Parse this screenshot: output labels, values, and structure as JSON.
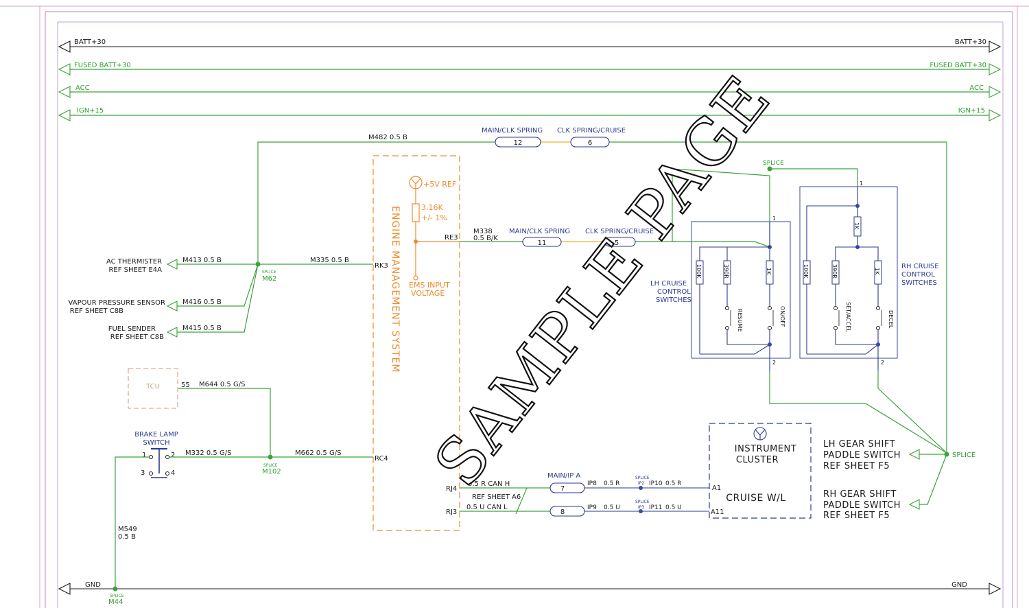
{
  "rails": {
    "batt_left": "BATT+30",
    "batt_right": "BATT+30",
    "fused_left": "FUSED BATT+30",
    "fused_right": "FUSED BATT+30",
    "acc_left": "ACC",
    "acc_right": "ACC",
    "ign_left": "IGN+15",
    "ign_right": "IGN+15",
    "gnd_left": "GND",
    "gnd_right": "GND"
  },
  "top_wire": {
    "label": "M482  0.5  B",
    "conn1_title": "MAIN/CLK SPRING",
    "conn1_pin": "12",
    "conn2_title": "CLK SPRING/CRUISE",
    "conn2_pin": "6"
  },
  "ems": {
    "title": "ENGINE MANAGEMENT SYSTEM",
    "ref": "+5V REF",
    "resistor_value": "3.16K",
    "resistor_tol": "+/- 1%",
    "input_line1": "EMS INPUT",
    "input_line2": "VOLTAGE",
    "pin_re3": "RE3",
    "pin_rk3": "RK3",
    "pin_rc4": "RC4",
    "pin_rj4": "RJ4",
    "pin_rj3": "RJ3"
  },
  "signal_wire": {
    "label1": "M338",
    "label2": "0.5  B/K",
    "conn1_title": "MAIN/CLK SPRING",
    "conn1_pin": "11",
    "conn2_title": "CLK SPRING/CRUISE",
    "conn2_pin": "5"
  },
  "splice_m62": {
    "tag": "SPLICE",
    "name": "M62"
  },
  "m335_label": "M335  0.5  B",
  "refs": {
    "ac_line1": "AC THERMISTER",
    "ac_line2": "REF SHEET E4A",
    "ac_wire": "M413  0.5  B",
    "vap_line1": "VAPOUR PRESSURE SENSOR",
    "vap_line2": "REF SHEET C8B",
    "vap_wire": "M416  0.5  B",
    "fuel_line1": "FUEL SENDER",
    "fuel_line2": "REF SHEET C8B",
    "fuel_wire": "M415  0.5  B"
  },
  "tcu": {
    "label": "TCU",
    "pin": "55",
    "wire": "M644  0.5  G/S"
  },
  "brake": {
    "line1": "BRAKE LAMP",
    "line2": "SWITCH",
    "p1": "1",
    "p2": "2",
    "p3": "3",
    "p4": "4",
    "wire_m332": "M332  0.5  G/S",
    "wire_m662": "M662  0.5  G/S"
  },
  "splice_m102": {
    "tag": "SPLICE",
    "name": "M102"
  },
  "ground": {
    "wire1": "M549",
    "wire2": "0.5  B",
    "tag": "SPLICE",
    "name": "M44"
  },
  "can": {
    "h_wire": "0.5  R    CAN  H",
    "l_wire": "0.5  U    CAN  L",
    "ref": "REF SHEET A6",
    "conn_title": "MAIN/IP  A",
    "pin7": "7",
    "pin8": "8",
    "ip8": "IP8",
    "ip9": "IP9",
    "w1": "0.5  R",
    "w2": "0.5  U",
    "w3": "0.5  R",
    "w4": "0.5  U",
    "splice_tag": "SPLICE",
    "ip2": "IP2",
    "ip3": "IP3",
    "ip10": "IP10",
    "ip11": "IP11"
  },
  "cluster": {
    "line1": "INSTRUMENT",
    "line2": "CLUSTER",
    "lamp": "CRUISE W/L",
    "pin_a1": "A1",
    "pin_a11": "A11"
  },
  "lh_switches": {
    "line1": "LH  CRUISE",
    "line2": "CONTROL",
    "line3": "SWITCHES",
    "r1": "100K",
    "r2": "390R",
    "r3": "1K",
    "s1": "RESUME",
    "s2": "ON/OFF",
    "pin1": "1",
    "pin2": "2"
  },
  "rh_switches": {
    "line1": "RH  CRUISE",
    "line2": "CONTROL",
    "line3": "SWITCHES",
    "r0": "1K",
    "r1": "100K",
    "r2": "390R",
    "r3": "1K",
    "s1": "SET/ACCEL",
    "s2": "DECEL",
    "pin1": "1",
    "pin2": "2"
  },
  "splice_top": "SPLICE",
  "splice_right": "SPLICE",
  "paddles": {
    "lh1": "LH  GEAR  SHIFT",
    "lh2": "PADDLE  SWITCH",
    "lh3": "REF  SHEET  F5",
    "rh1": "RH  GEAR  SHIFT",
    "rh2": "PADDLE  SWITCH",
    "rh3": "REF  SHEET  F5"
  },
  "watermark": "SAMPLE PAGE"
}
